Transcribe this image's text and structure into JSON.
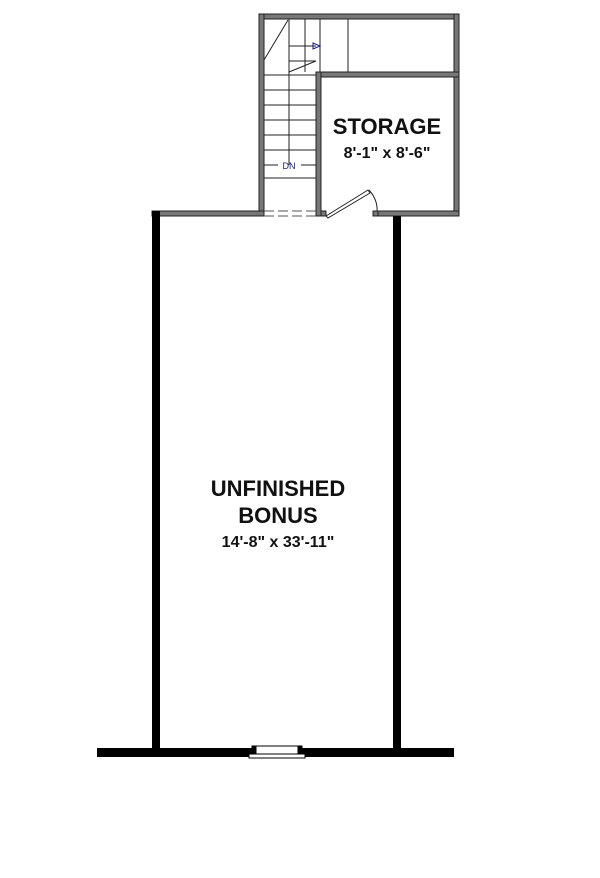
{
  "rooms": {
    "storage": {
      "name": "STORAGE",
      "dimensions": "8'-1\" x 8'-6\""
    },
    "bonus": {
      "name_line1": "UNFINISHED",
      "name_line2": "BONUS",
      "dimensions": "14'-8\" x 33'-11\""
    }
  },
  "stairs": {
    "direction_label": "DN"
  },
  "colors": {
    "wall_gray": "#777777",
    "wall_black": "#000000",
    "stair_label": "#1a1a80"
  }
}
